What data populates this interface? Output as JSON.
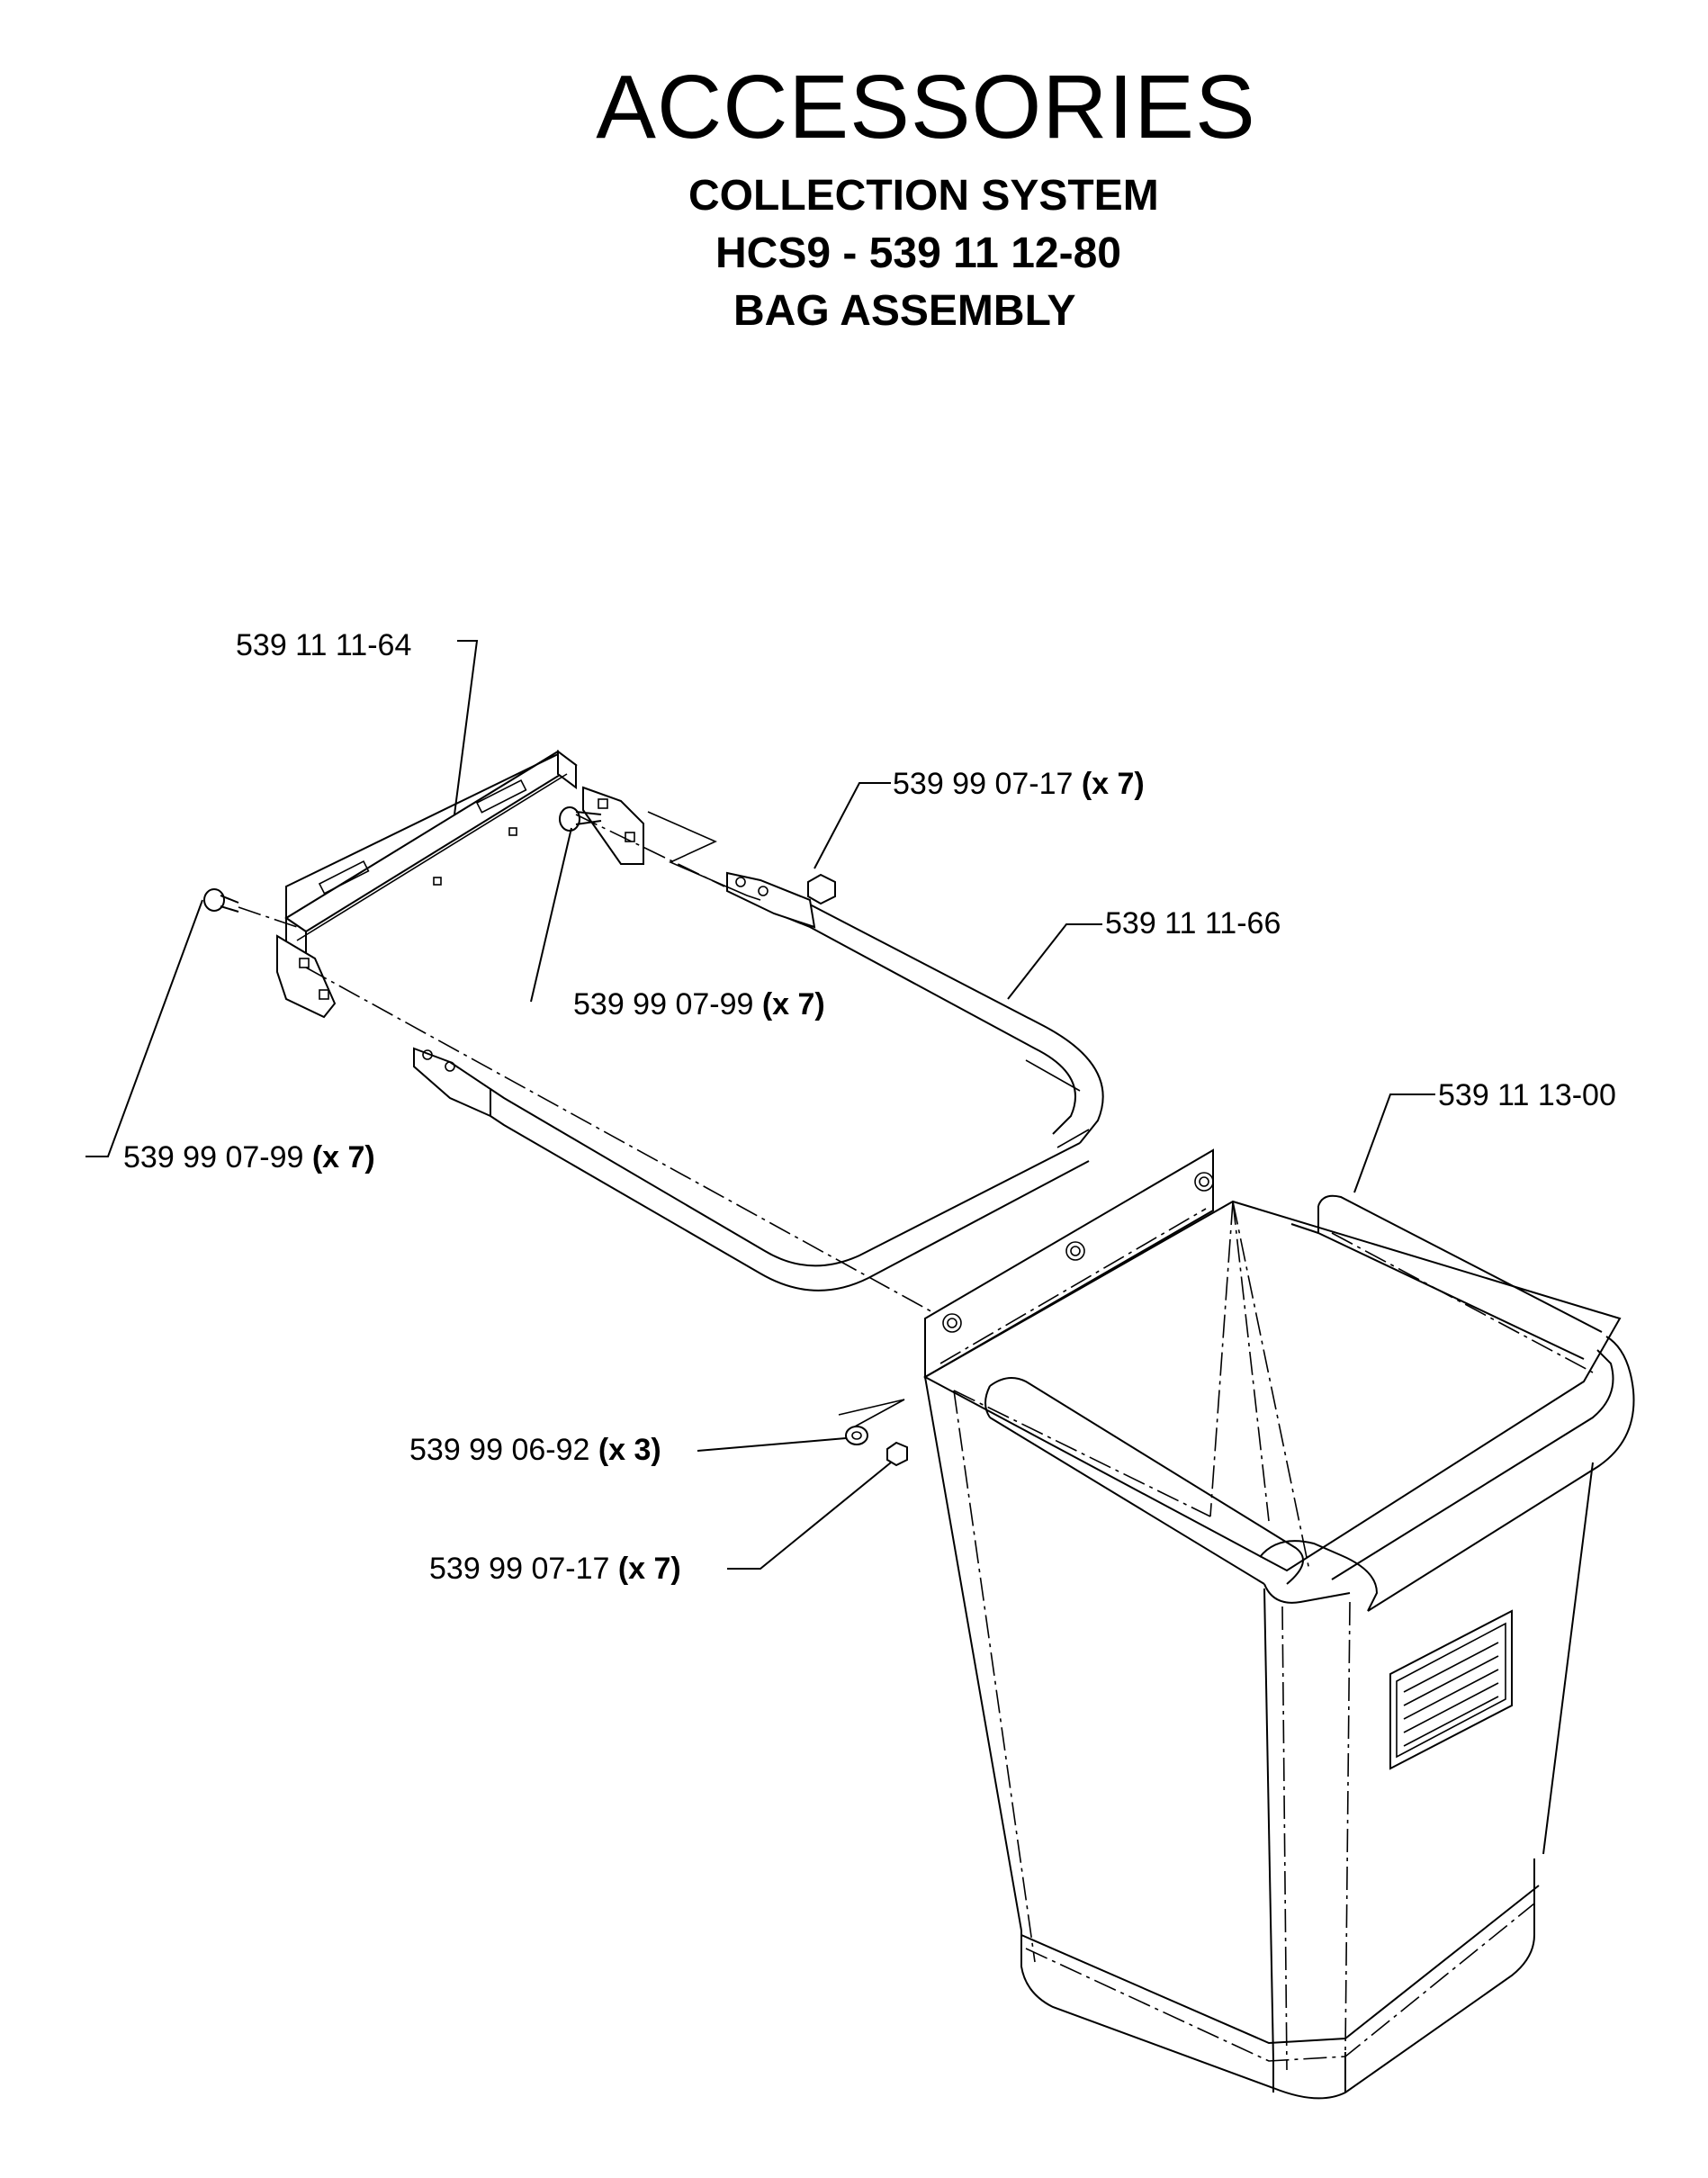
{
  "header": {
    "title": "ACCESSORIES",
    "line1": "COLLECTION SYSTEM",
    "line2": "HCS9 - 539 11 12-80",
    "line3": "BAG ASSEMBLY"
  },
  "callouts": {
    "c1": {
      "part": "539 11 11-64",
      "qty": ""
    },
    "c2": {
      "part": "539 99 07-17 ",
      "qty": "(x 7)"
    },
    "c3": {
      "part": "539 11 11-66",
      "qty": ""
    },
    "c4": {
      "part": "539 99 07-99 ",
      "qty": "(x 7)"
    },
    "c5": {
      "part": "539 99 07-99 ",
      "qty": "(x 7)"
    },
    "c6": {
      "part": "539 11 13-00",
      "qty": ""
    },
    "c7": {
      "part": "539 99 06-92 ",
      "qty": "(x 3)"
    },
    "c8": {
      "part": "539 99 07-17 ",
      "qty": "(x 7)"
    }
  }
}
